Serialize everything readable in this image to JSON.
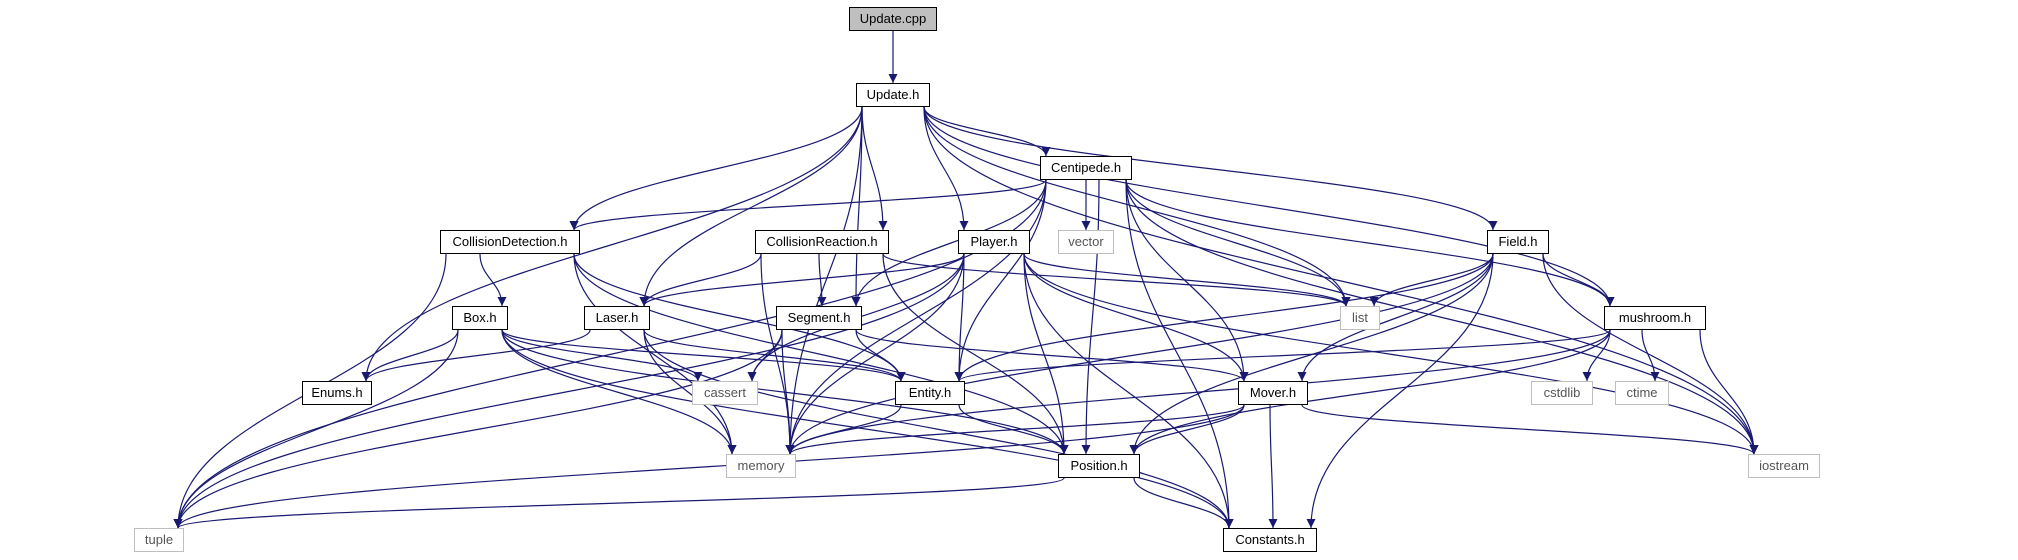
{
  "colors": {
    "edge": "#191970",
    "root_fill": "#bfbfbf",
    "node_border": "#000000",
    "system_border": "#bfbfbf"
  },
  "nodes": {
    "update_cpp": "Update.cpp",
    "update_h": "Update.h",
    "centipede_h": "Centipede.h",
    "collision_detection_h": "CollisionDetection.h",
    "collision_reaction_h": "CollisionReaction.h",
    "player_h": "Player.h",
    "field_h": "Field.h",
    "vector": "vector",
    "box_h": "Box.h",
    "laser_h": "Laser.h",
    "segment_h": "Segment.h",
    "list": "list",
    "mushroom_h": "mushroom.h",
    "enums_h": "Enums.h",
    "cassert": "cassert",
    "entity_h": "Entity.h",
    "mover_h": "Mover.h",
    "cstdlib": "cstdlib",
    "ctime": "ctime",
    "memory": "memory",
    "position_h": "Position.h",
    "iostream": "iostream",
    "tuple": "tuple",
    "constants_h": "Constants.h"
  },
  "edges": [
    [
      "update_cpp",
      "update_h"
    ],
    [
      "update_h",
      "centipede_h"
    ],
    [
      "update_h",
      "collision_detection_h"
    ],
    [
      "update_h",
      "collision_reaction_h"
    ],
    [
      "update_h",
      "player_h"
    ],
    [
      "update_h",
      "field_h"
    ],
    [
      "update_h",
      "laser_h"
    ],
    [
      "update_h",
      "segment_h"
    ],
    [
      "update_h",
      "list"
    ],
    [
      "update_h",
      "mushroom_h"
    ],
    [
      "update_h",
      "enums_h"
    ],
    [
      "update_h",
      "memory"
    ],
    [
      "update_h",
      "iostream"
    ],
    [
      "centipede_h",
      "vector"
    ],
    [
      "centipede_h",
      "collision_detection_h"
    ],
    [
      "centipede_h",
      "segment_h"
    ],
    [
      "centipede_h",
      "list"
    ],
    [
      "centipede_h",
      "mushroom_h"
    ],
    [
      "centipede_h",
      "entity_h"
    ],
    [
      "centipede_h",
      "mover_h"
    ],
    [
      "centipede_h",
      "position_h"
    ],
    [
      "centipede_h",
      "iostream"
    ],
    [
      "centipede_h",
      "constants_h"
    ],
    [
      "centipede_h",
      "tuple"
    ],
    [
      "centipede_h",
      "memory"
    ],
    [
      "collision_detection_h",
      "box_h"
    ],
    [
      "collision_detection_h",
      "entity_h"
    ],
    [
      "collision_detection_h",
      "position_h"
    ],
    [
      "collision_detection_h",
      "tuple"
    ],
    [
      "collision_detection_h",
      "memory"
    ],
    [
      "collision_reaction_h",
      "laser_h"
    ],
    [
      "collision_reaction_h",
      "segment_h"
    ],
    [
      "collision_reaction_h",
      "position_h"
    ],
    [
      "collision_reaction_h",
      "list"
    ],
    [
      "collision_reaction_h",
      "memory"
    ],
    [
      "player_h",
      "laser_h"
    ],
    [
      "player_h",
      "entity_h"
    ],
    [
      "player_h",
      "mover_h"
    ],
    [
      "player_h",
      "position_h"
    ],
    [
      "player_h",
      "memory"
    ],
    [
      "player_h",
      "list"
    ],
    [
      "player_h",
      "cassert"
    ],
    [
      "player_h",
      "constants_h"
    ],
    [
      "player_h",
      "iostream"
    ],
    [
      "player_h",
      "tuple"
    ],
    [
      "field_h",
      "list"
    ],
    [
      "field_h",
      "mushroom_h"
    ],
    [
      "field_h",
      "entity_h"
    ],
    [
      "field_h",
      "mover_h"
    ],
    [
      "field_h",
      "position_h"
    ],
    [
      "field_h",
      "memory"
    ],
    [
      "field_h",
      "iostream"
    ],
    [
      "field_h",
      "constants_h"
    ],
    [
      "box_h",
      "enums_h"
    ],
    [
      "box_h",
      "cassert"
    ],
    [
      "box_h",
      "entity_h"
    ],
    [
      "box_h",
      "memory"
    ],
    [
      "box_h",
      "position_h"
    ],
    [
      "box_h",
      "tuple"
    ],
    [
      "box_h",
      "constants_h"
    ],
    [
      "laser_h",
      "enums_h"
    ],
    [
      "laser_h",
      "entity_h"
    ],
    [
      "laser_h",
      "memory"
    ],
    [
      "laser_h",
      "constants_h"
    ],
    [
      "segment_h",
      "cassert"
    ],
    [
      "segment_h",
      "entity_h"
    ],
    [
      "segment_h",
      "mover_h"
    ],
    [
      "segment_h",
      "memory"
    ],
    [
      "segment_h",
      "tuple"
    ],
    [
      "mushroom_h",
      "entity_h"
    ],
    [
      "mushroom_h",
      "cstdlib"
    ],
    [
      "mushroom_h",
      "ctime"
    ],
    [
      "mushroom_h",
      "iostream"
    ],
    [
      "mushroom_h",
      "position_h"
    ],
    [
      "mushroom_h",
      "memory"
    ],
    [
      "entity_h",
      "position_h"
    ],
    [
      "entity_h",
      "memory"
    ],
    [
      "mover_h",
      "position_h"
    ],
    [
      "mover_h",
      "memory"
    ],
    [
      "mover_h",
      "iostream"
    ],
    [
      "mover_h",
      "constants_h"
    ],
    [
      "mover_h",
      "tuple"
    ],
    [
      "position_h",
      "tuple"
    ],
    [
      "position_h",
      "constants_h"
    ]
  ]
}
